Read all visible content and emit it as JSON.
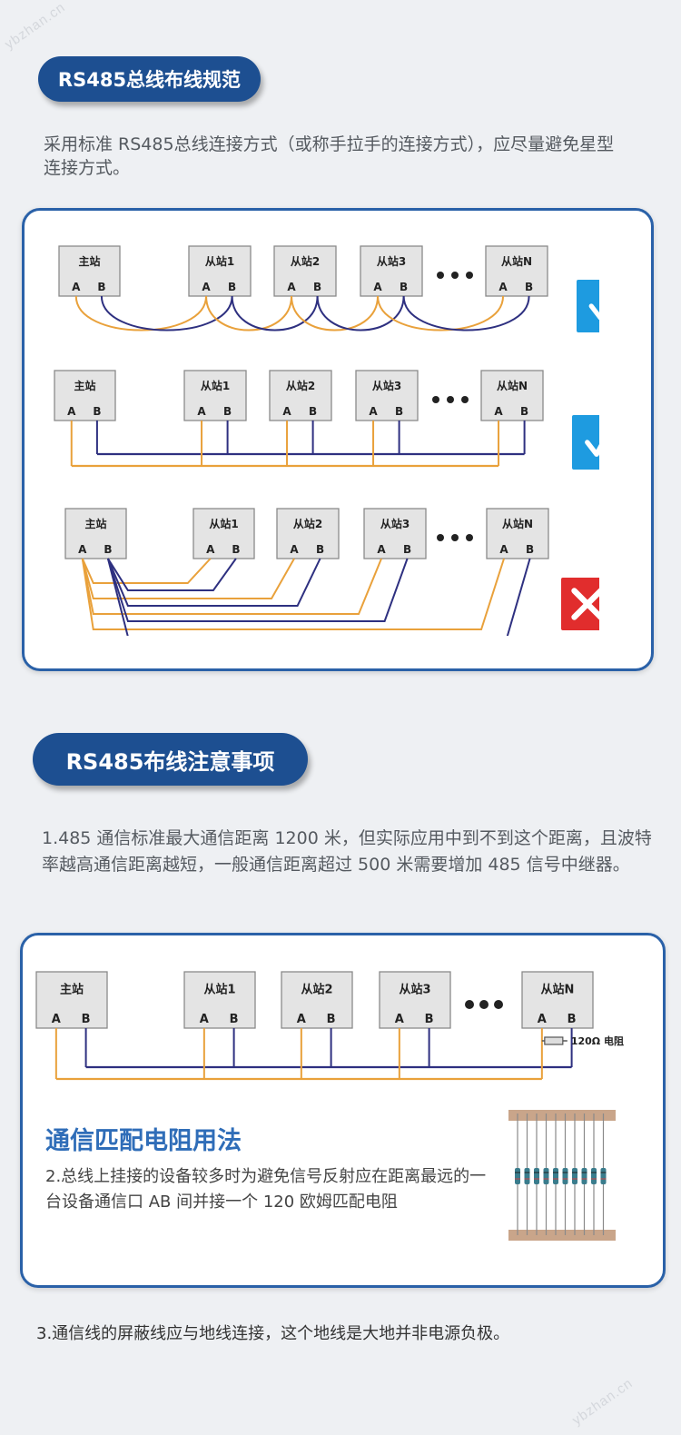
{
  "watermarks": [
    "ybzhan.cn",
    "ybzhan.cn"
  ],
  "section1": {
    "title": "RS485总线布线规范",
    "description": "采用标准 RS485总线连接方式（或称手拉手的连接方式），应尽量避免星型连接方式。"
  },
  "diagram_labels": {
    "master": "主站",
    "slaves": [
      "从站1",
      "从站2",
      "从站3",
      "从站N"
    ],
    "pin_a": "A",
    "pin_b": "B"
  },
  "diagram_rows": [
    {
      "topology": "daisy-chain-crossed",
      "verdict": "correct"
    },
    {
      "topology": "bus",
      "verdict": "correct"
    },
    {
      "topology": "star",
      "verdict": "wrong"
    }
  ],
  "section2": {
    "title": "RS485布线注意事项",
    "note1": "1.485 通信标准最大通信距离 1200 米，但实际应用中到不到这个距离，且波特率越高通信距离越短，一般通信距离超过 500 米需要增加 485 信号中继器。",
    "resistor_label": "120Ω 电阻",
    "subtitle": "通信匹配电阻用法",
    "note2": "2.总线上挂接的设备较多时为避免信号反射应在距离最远的一台设备通信口 AB 间并接一个 120 欧姆匹配电阻",
    "note3": "3.通信线的屏蔽线应与地线连接，这个地线是大地并非电源负极。"
  },
  "colors": {
    "accent": "#1d4f91",
    "card_border": "#2a61a8",
    "wire_a": "#e9a13b",
    "wire_b": "#2e3080",
    "check_bg": "#1e9be0",
    "cross_bg": "#e12d2d",
    "box_fill": "#e4e4e4"
  }
}
